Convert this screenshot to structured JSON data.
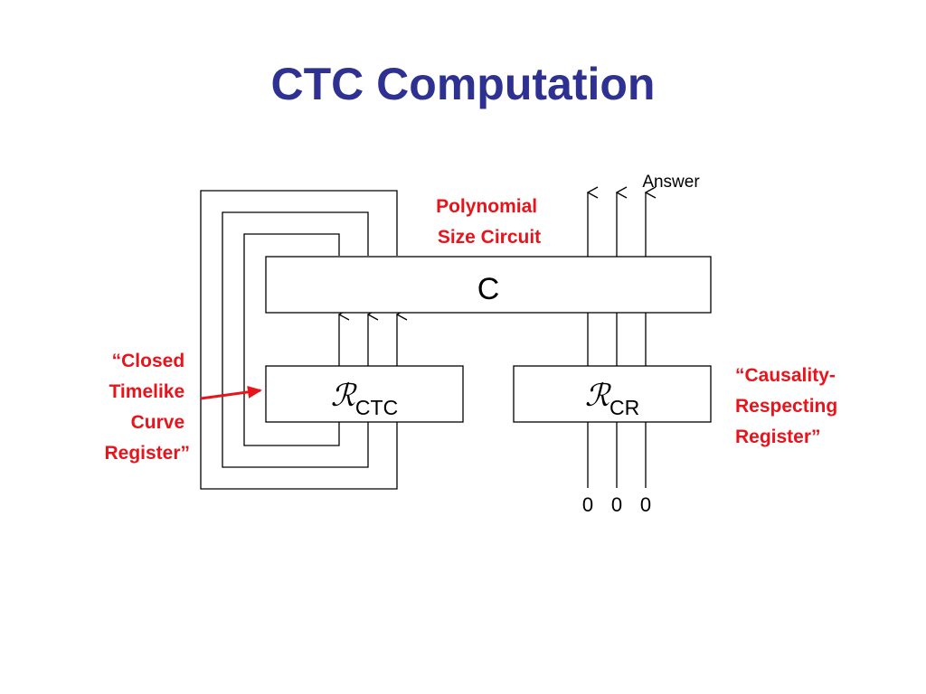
{
  "title": "CTC Computation",
  "gate": {
    "label": "C"
  },
  "registers": {
    "ctc": {
      "symbol": "ℛ",
      "subscript": "CTC"
    },
    "cr": {
      "symbol": "ℛ",
      "subscript": "CR"
    }
  },
  "labels": {
    "polynomial": [
      "Polynomial",
      "Size Circuit"
    ],
    "answer": "Answer",
    "ctc_register": [
      "“Closed",
      "Timelike",
      "Curve",
      "Register”"
    ],
    "cr_register": [
      "“Causality-",
      "Respecting",
      "Register”"
    ]
  },
  "inputs": [
    "0",
    "0",
    "0"
  ],
  "colors": {
    "title": "#2e3192",
    "annotation": "#e8141b",
    "line": "#000000"
  }
}
